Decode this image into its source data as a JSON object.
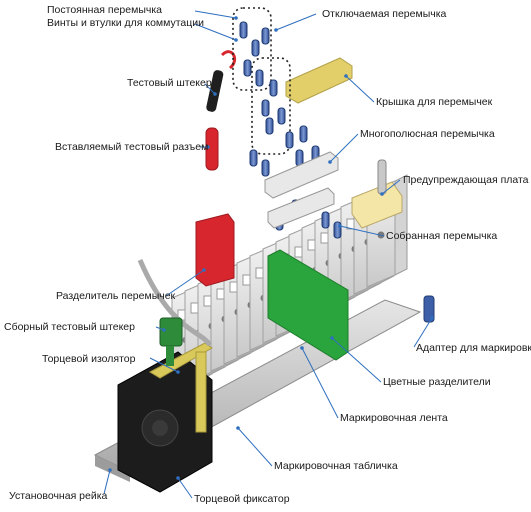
{
  "labels": {
    "permanent_jumper": "Постоянная перемычка",
    "screws_sleeves": "Винты и втулки для коммутации",
    "switchable_jumper": "Отключаемая перемычка",
    "test_plug": "Тестовый штекер",
    "jumper_cover": "Крышка для перемычек",
    "plug_in_test_socket": "Вставляемый тестовый разъем",
    "multipole_jumper": "Многополюсная перемычка",
    "warning_plate": "Предупреждающая плата",
    "assembled_jumper": "Собранная перемычка",
    "jumper_separator": "Разделитель перемычек",
    "assembled_test_plug": "Сборный тестовый штекер",
    "marking_adapter": "Адаптер для маркировки",
    "end_insulator": "Торцевой изолятор",
    "color_separators": "Цветные разделители",
    "marking_tape": "Маркировочная лента",
    "marking_label": "Маркировочная табличка",
    "mounting_rail": "Установочная рейка",
    "end_clamp": "Торцевой фиксатор"
  },
  "colors": {
    "leader_line": "#2f6fbf",
    "separator_red": "#d8262e",
    "separator_green": "#2aa43c",
    "cover_yellow": "#e2cf6a",
    "plug_green": "#2e8b3a",
    "sleeve_blue": "#3d5fa8"
  }
}
